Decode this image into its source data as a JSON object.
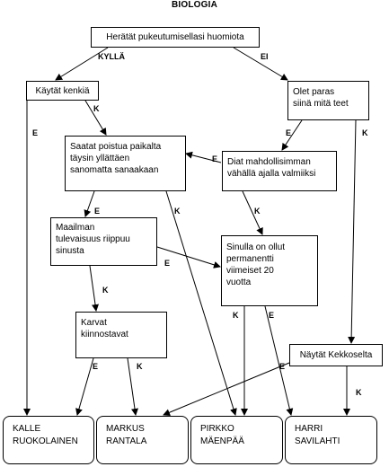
{
  "title": "BIOLOGIA",
  "nodes": {
    "start": "Herätät pukeutumisellasi huomiota",
    "shoes": "Käytät kenkiä",
    "best": "Olet paras\nsiinä mitä teet",
    "leave": "Saatat poistua paikalta\ntäysin yllättäen\nsanomatta sanaakaan",
    "eat": "Diat mahdollisimman\nvähällä ajalla valmiiksi",
    "future": "Maailman\ntulevaisuus riippuu\nsinusta",
    "permanent": "Sinulla on ollut\npermanentti\nviimeiset 20\nvuotta",
    "hair": "Karvat\nkiinnostavat",
    "kekkonen": "Näytät Kekkoselta"
  },
  "results": {
    "kalle": "KALLE\nRUOKOLAINEN",
    "markus": "MARKUS\nRANTALA",
    "pirkko": "PIRKKO\nMÄENPÄÄ",
    "harri": "HARRI\nSAVILAHTI"
  },
  "labels": {
    "kylla": "KYLLÄ",
    "ei": "EI",
    "k1": "K",
    "e1": "E",
    "e2": "E",
    "k2": "K",
    "e3": "E",
    "e4": "E",
    "k3": "K",
    "k4": "K",
    "e5": "E",
    "k5": "K",
    "k6": "K",
    "e6": "E",
    "e7": "E",
    "k7": "K",
    "e8": "E",
    "k8": "K"
  }
}
